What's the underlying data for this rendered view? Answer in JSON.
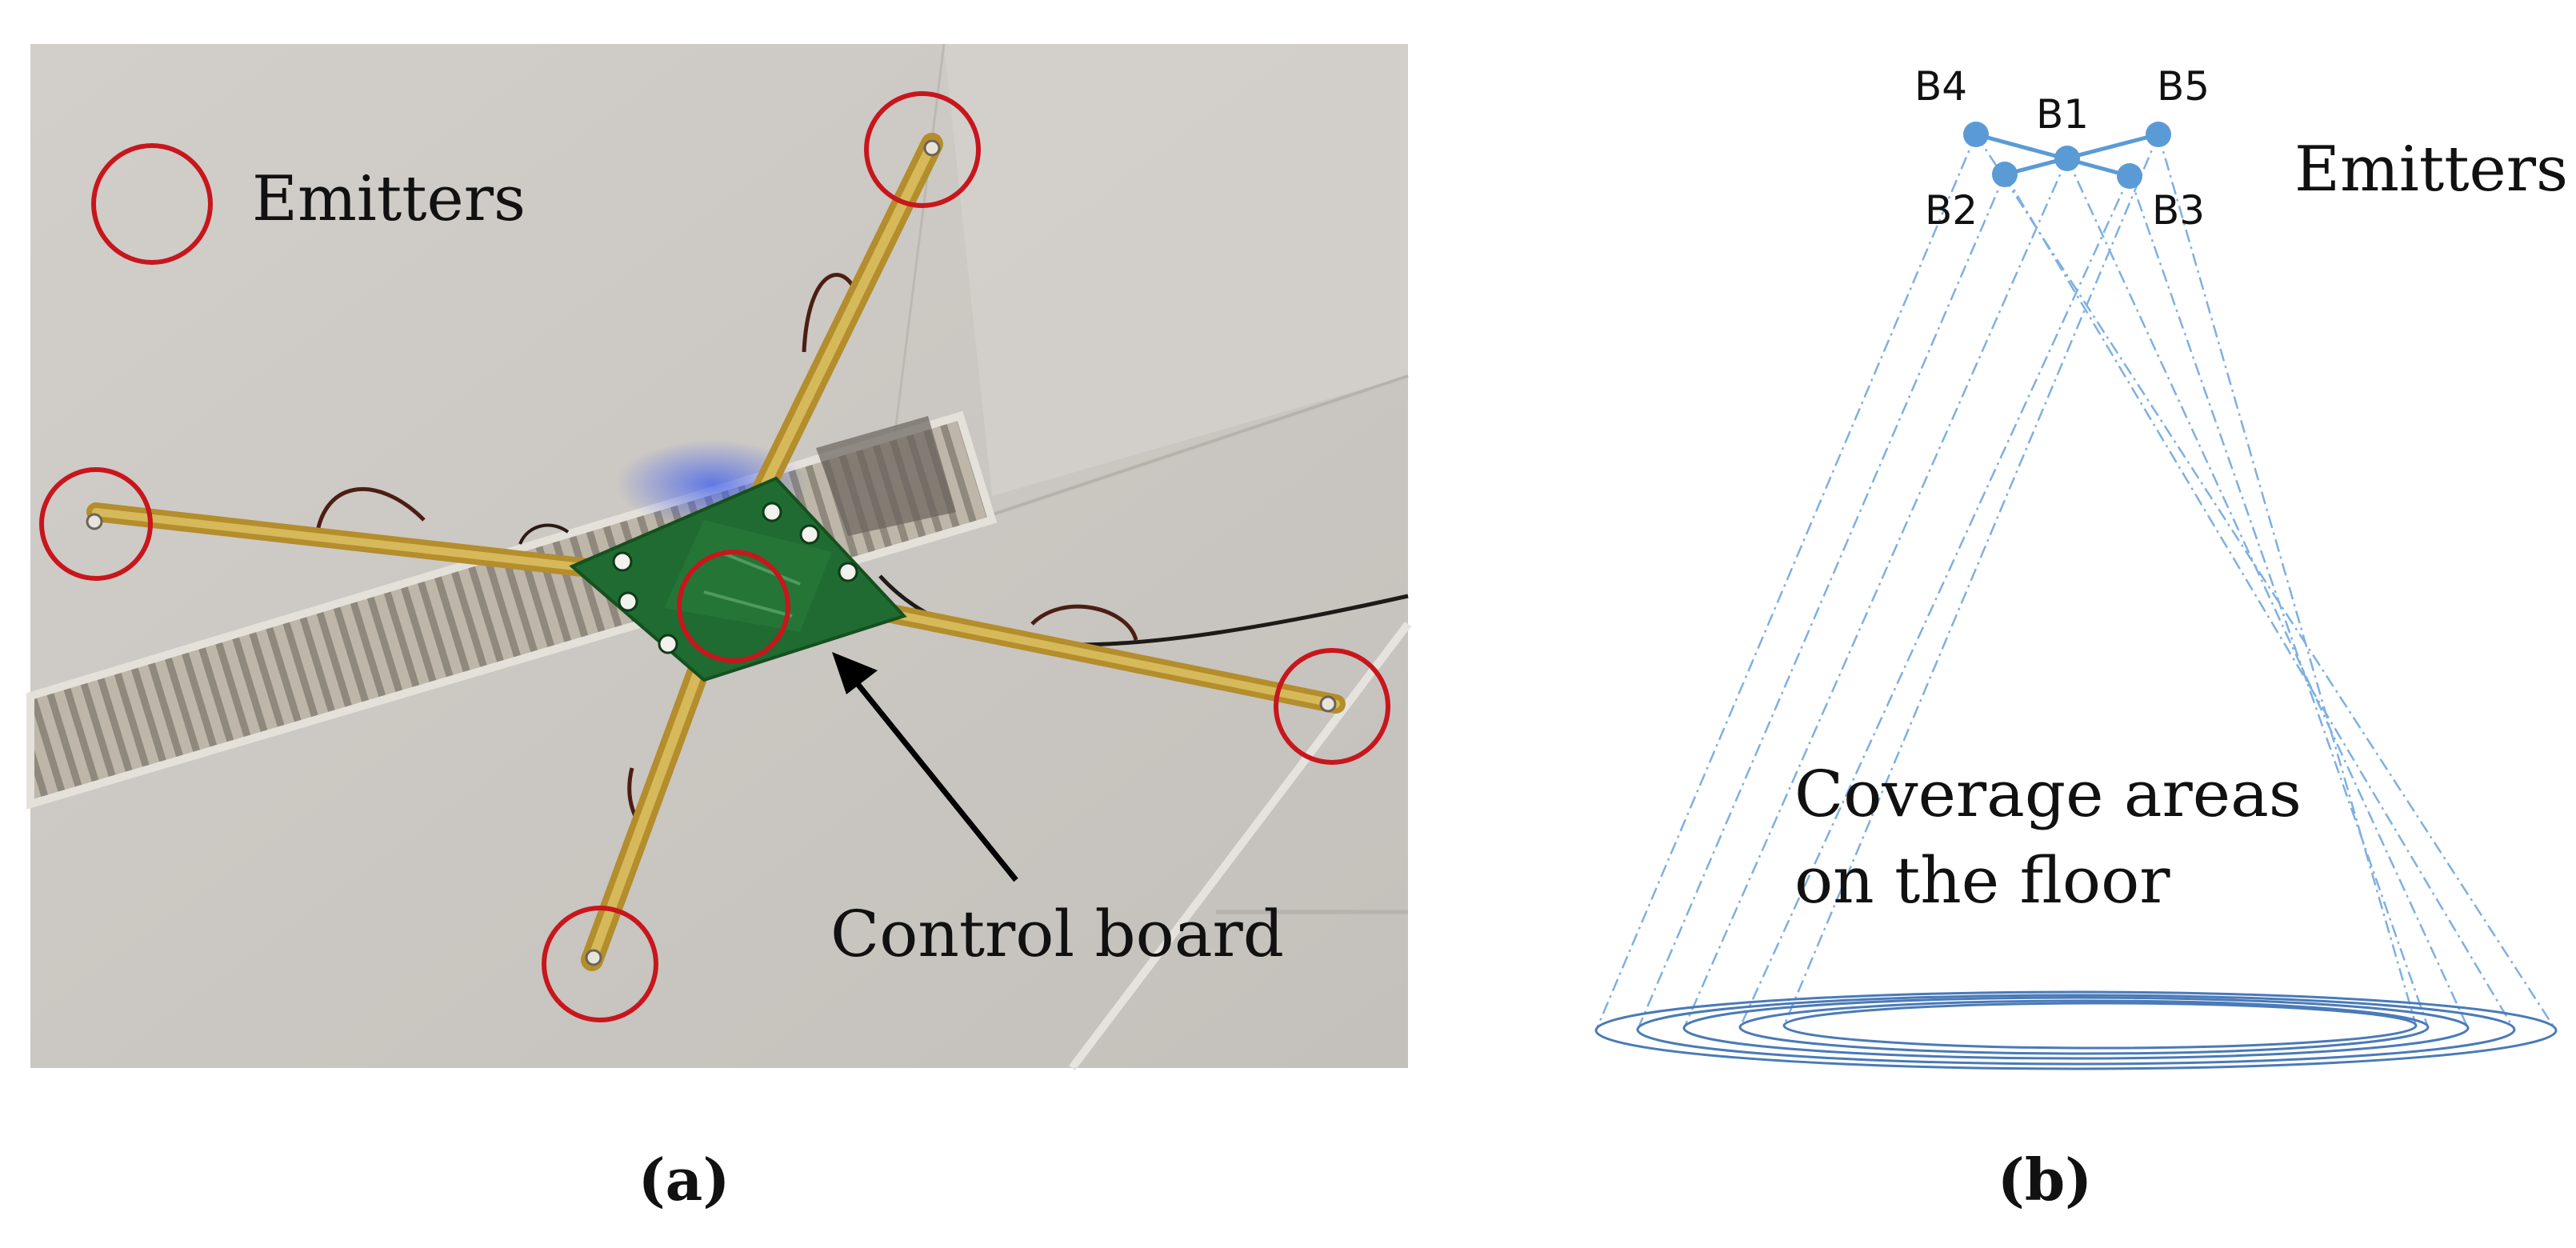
{
  "panel_a": {
    "legend_label": "Emitters",
    "callout_label": "Control board",
    "caption": "(a)"
  },
  "panel_b": {
    "emitters": [
      {
        "id": "B4",
        "label": "B4"
      },
      {
        "id": "B1",
        "label": "B1"
      },
      {
        "id": "B5",
        "label": "B5"
      },
      {
        "id": "B2",
        "label": "B2"
      },
      {
        "id": "B3",
        "label": "B3"
      }
    ],
    "emitters_title": "Emitters",
    "coverage_line1": "Coverage areas",
    "coverage_line2": "on the floor",
    "caption": "(b)"
  },
  "colors": {
    "circle": "#c8161d",
    "emitter_blue": "#5b9bd5",
    "beam": "#7fb0e0",
    "ellipse": "#4a7ab8",
    "board_green": "#1f6b31",
    "arm_yellow": "#c9a43a",
    "ceiling": "#cdc9c4"
  }
}
